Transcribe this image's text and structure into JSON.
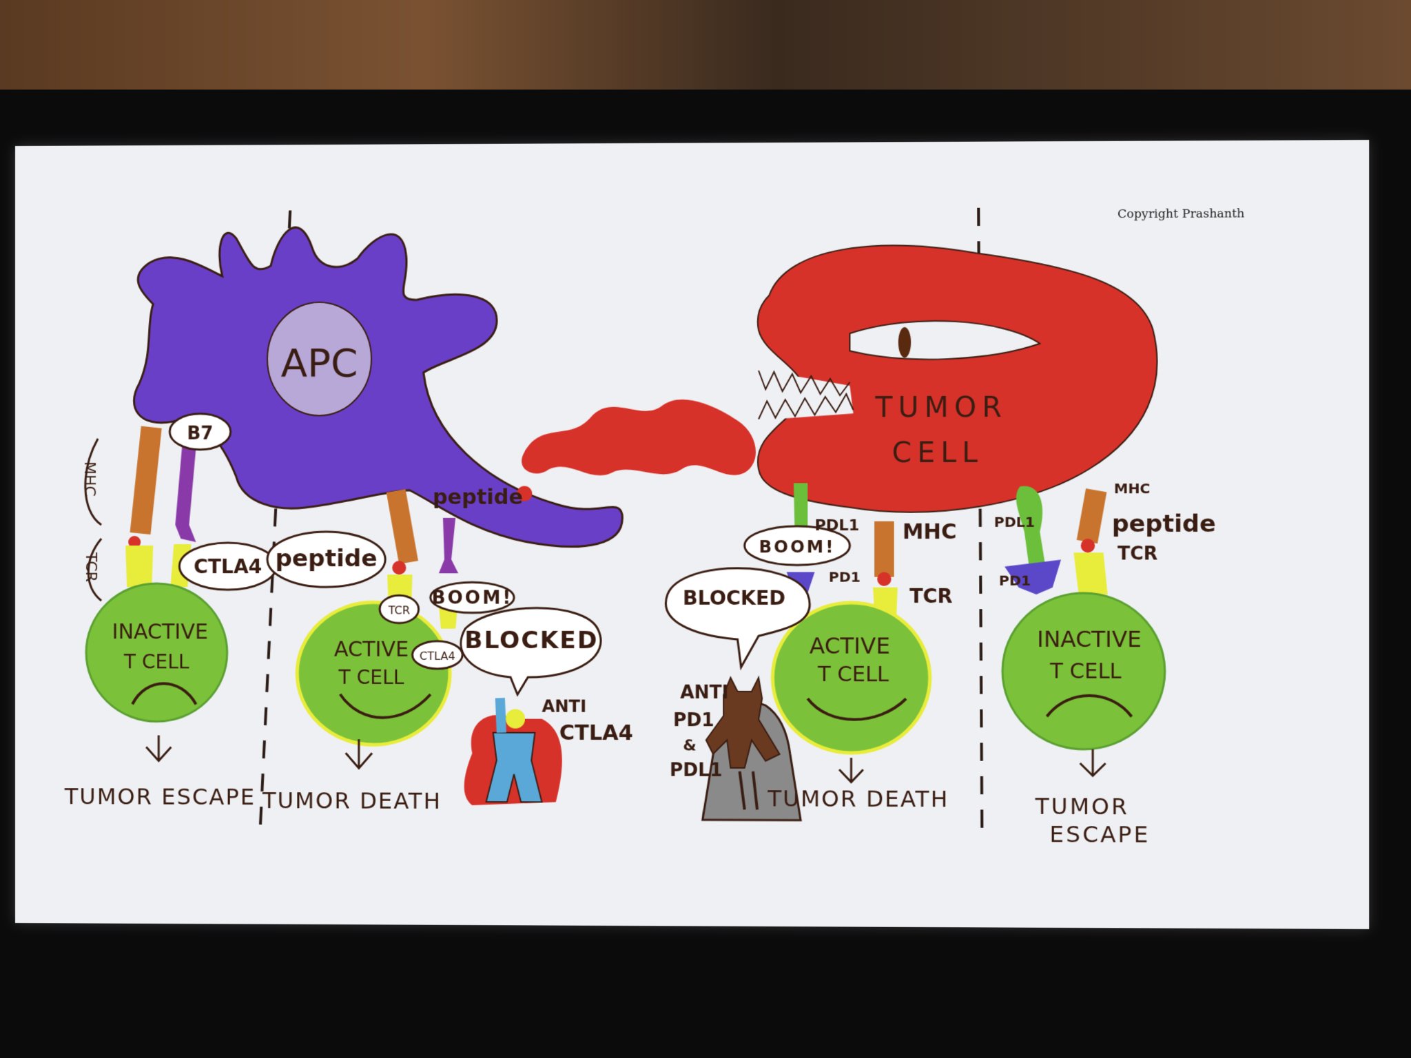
{
  "copyright": "Copyright Prashanth",
  "apc": {
    "label": "APC"
  },
  "tumor": {
    "line1": "TUMOR",
    "line2": "CELL"
  },
  "labels": {
    "mhc_left": "MHC",
    "b7": "B7",
    "tcr_left": "TCR",
    "ctla4_left": "CTLA4",
    "peptide_bubble": "peptide",
    "peptide_apc": "peptide",
    "tcr_active": "TCR",
    "ctla4_active": "CTLA4",
    "boom_left": "BOOM!",
    "blocked_left": "BLOCKED",
    "anti_ctla4_1": "ANTI",
    "anti_ctla4_2": "CTLA4",
    "pdl1_mid": "PDL1",
    "mhc_mid": "MHC",
    "boom_right": "BOOM!",
    "pd1_mid": "PD1",
    "tcr_mid": "TCR",
    "blocked_right": "BLOCKED",
    "anti_pd1_1": "ANTI",
    "anti_pd1_2": "PD1",
    "anti_pd1_3": "&",
    "anti_pd1_4": "PDL1",
    "pdl1_right": "PDL1",
    "mhc_right": "MHC",
    "peptide_right": "peptide",
    "tcr_right": "TCR",
    "pd1_right": "PD1"
  },
  "cells": {
    "inactive_left": {
      "line1": "INACTIVE",
      "line2": "T CELL"
    },
    "active_left": {
      "line1": "ACTIVE",
      "line2": "T CELL"
    },
    "active_right": {
      "line1": "ACTIVE",
      "line2": "T CELL"
    },
    "inactive_right": {
      "line1": "INACTIVE",
      "line2": "T CELL"
    }
  },
  "outcomes": {
    "outcome_1": "TUMOR ESCAPE",
    "outcome_2": "TUMOR DEATH",
    "outcome_3": "TUMOR DEATH",
    "outcome_4_line1": "TUMOR",
    "outcome_4_line2": "ESCAPE"
  },
  "colors": {
    "apc": "#6a3fc8",
    "nucleus": "#b7a8d8",
    "tumor": "#d6322a",
    "tcell": "#7cc13a",
    "mhc": "#c8742e",
    "tcr": "#e8ec3a",
    "b7": "#8a3aa8",
    "pdl1": "#6bbf3a",
    "pd1": "#5a48c8"
  }
}
